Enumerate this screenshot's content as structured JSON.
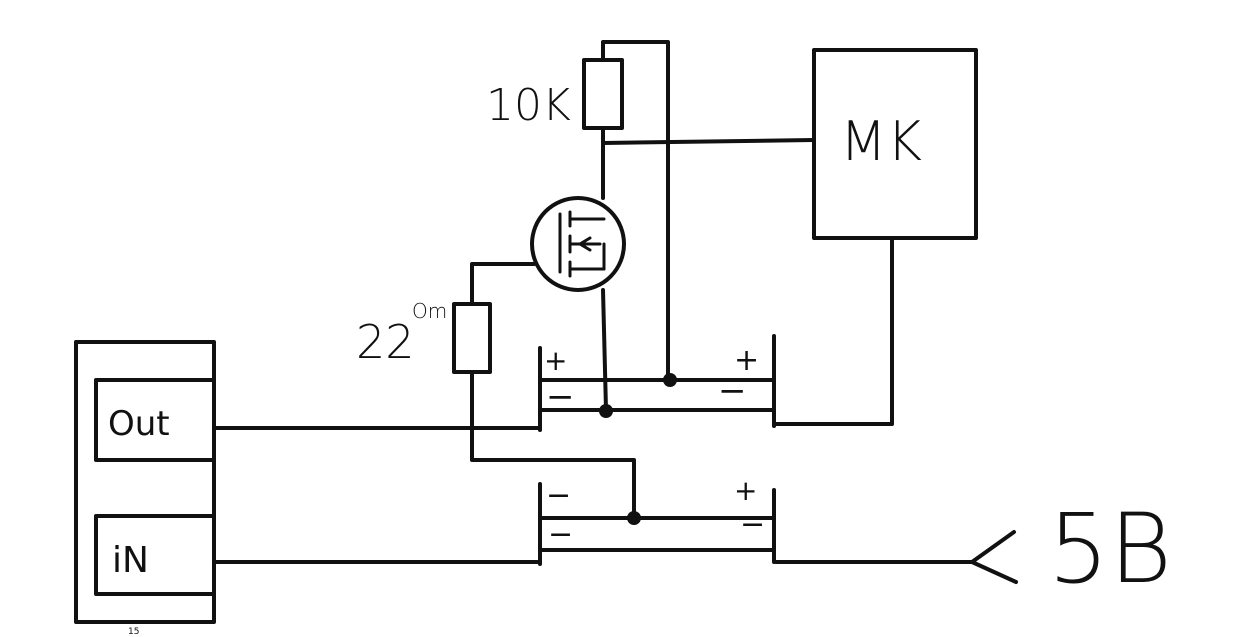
{
  "labels": {
    "resistor_top": "10K",
    "resistor_gate": "22",
    "resistor_gate_sup": "Om",
    "mcu": "MK",
    "pin_out": "Out",
    "pin_in": "iN",
    "supply": "5B",
    "plus": "+",
    "minus": "−",
    "tiny_mark": "15"
  }
}
